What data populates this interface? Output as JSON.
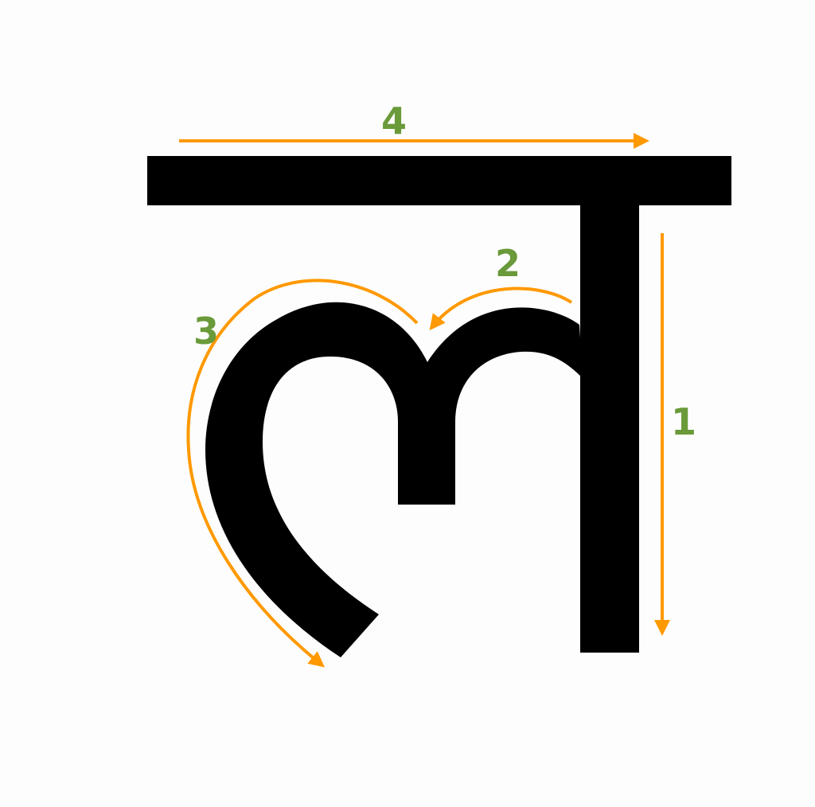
{
  "colors": {
    "glyph": "#000000",
    "arrow": "#ff9900",
    "label": "#6a9a3a",
    "background": "#fdfdfd"
  },
  "strokes": [
    {
      "order": "1",
      "direction": "down",
      "part": "vertical-stem"
    },
    {
      "order": "2",
      "direction": "right-to-left",
      "part": "inner-hook"
    },
    {
      "order": "3",
      "direction": "down-left-curve",
      "part": "outer-loop"
    },
    {
      "order": "4",
      "direction": "left-to-right",
      "part": "headline"
    }
  ]
}
